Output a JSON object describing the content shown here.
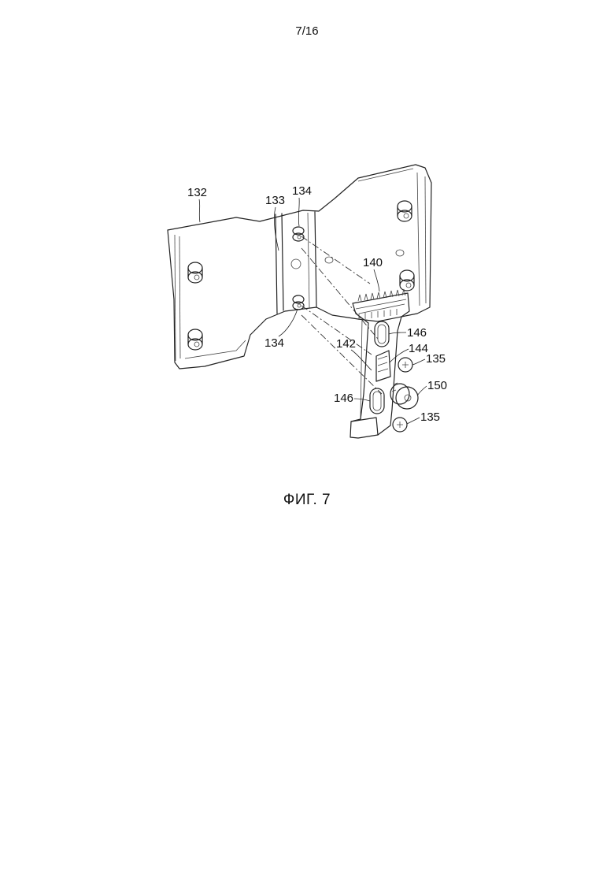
{
  "page": {
    "number": "7/16"
  },
  "figure": {
    "caption": "ФИГ. 7",
    "labels": {
      "l132": "132",
      "l133": "133",
      "l134_top": "134",
      "l134_bottom": "134",
      "l140": "140",
      "l142": "142",
      "l144": "144",
      "l146_top": "146",
      "l146_bottom": "146",
      "l135_top": "135",
      "l135_bottom": "135",
      "l150": "150"
    }
  }
}
